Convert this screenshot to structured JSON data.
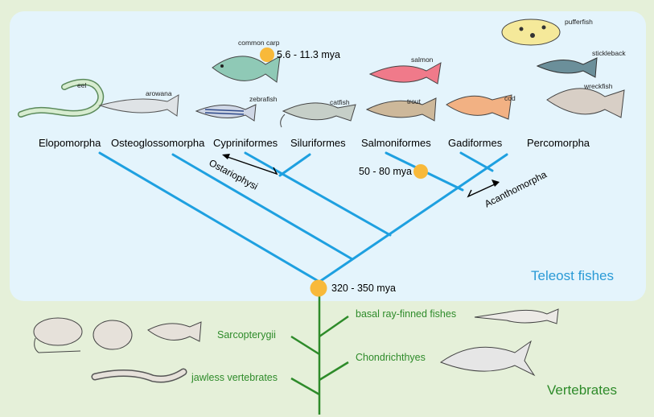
{
  "groups": {
    "teleost": "Teleost fishes",
    "vertebrates": "Vertebrates"
  },
  "orders": [
    "Elopomorpha",
    "Osteoglossomorpha",
    "Cypriniformes",
    "Siluriformes",
    "Salmoniformes",
    "Gadiformes",
    "Percomorpha"
  ],
  "fish_names": {
    "eel": "eel",
    "arowana": "arowana",
    "common_carp": "common carp",
    "zebrafish": "zebrafish",
    "catfish": "catfish",
    "salmon": "salmon",
    "trout": "trout",
    "cod": "cod",
    "pufferfish": "pufferfish",
    "stickleback": "stickleback",
    "wreckfish": "wreckfish"
  },
  "clades": {
    "ostariophysi": "Ostariophysi",
    "acanthomorpha": "Acanthomorpha"
  },
  "dates": {
    "carp": "5.6 - 11.3 mya",
    "salmon": "50 - 80 mya",
    "teleost": "320 - 350 mya"
  },
  "vertebrate_labels": {
    "basal": "basal ray-finned fishes",
    "chondrichthyes": "Chondrichthyes",
    "sarcopterygii": "Sarcopterygii",
    "jawless": "jawless vertebrates"
  },
  "colors": {
    "tree_blue": "#1ea0e0",
    "tree_green": "#2e8b2a",
    "event_dot": "#f8b93a",
    "panel_outer": "#e5f0d9",
    "panel_inner": "#e4f4fc"
  }
}
